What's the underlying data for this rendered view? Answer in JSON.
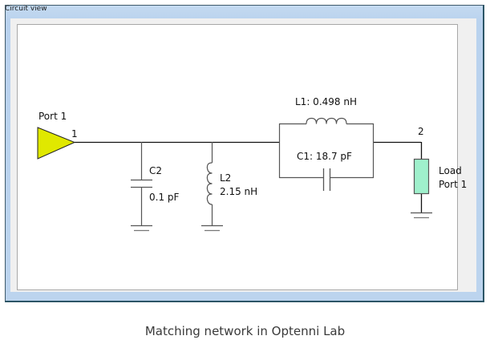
{
  "window": {
    "title": "Circuit view"
  },
  "colors": {
    "port_fill": "#e0e800",
    "load_fill": "#9ff0cc",
    "wire": "#111111",
    "ground": "#555555"
  },
  "circuit": {
    "port": {
      "label": "Port 1",
      "node": "1",
      "icon": "port-triangle-icon"
    },
    "c2": {
      "name": "C2",
      "value": "0.1 pF"
    },
    "l2": {
      "name": "L2",
      "value": "2.15 nH"
    },
    "l1": {
      "label": "L1: 0.498 nH"
    },
    "c1": {
      "label": "C1: 18.7 pF"
    },
    "node2": "2",
    "load": {
      "line1": "Load",
      "line2": "Port 1"
    }
  },
  "caption": "Matching network in Optenni Lab"
}
